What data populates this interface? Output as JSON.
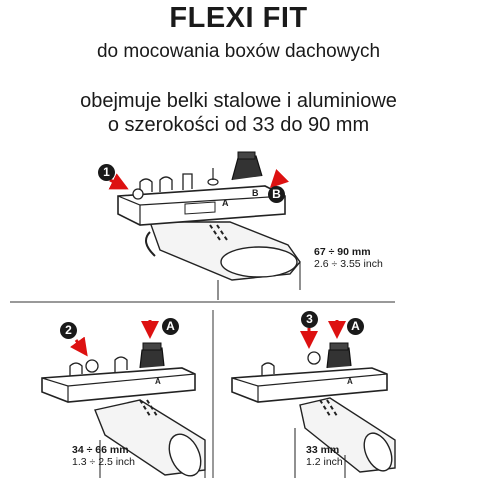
{
  "header": {
    "title": "FLEXI FIT",
    "subtitle": "do mocowania boxów dachowych",
    "description_line1": "obejmuje belki stalowe i aluminiowe",
    "description_line2": "o szerokości od 33 do 90 mm"
  },
  "figures": {
    "top": {
      "steps": [
        "1",
        "B"
      ],
      "part_labels": [
        "A",
        "B"
      ],
      "dimension_mm": "67 ÷ 90 mm",
      "dimension_inch": "2.6 ÷ 3.55 inch"
    },
    "bottom_left": {
      "steps": [
        "2",
        "A"
      ],
      "dimension_mm": "34 ÷ 66 mm",
      "dimension_inch": "1.3 ÷ 2.5 inch"
    },
    "bottom_right": {
      "steps": [
        "3",
        "A"
      ],
      "dimension_mm": "33 mm",
      "dimension_inch": "1.2 inch"
    }
  }
}
